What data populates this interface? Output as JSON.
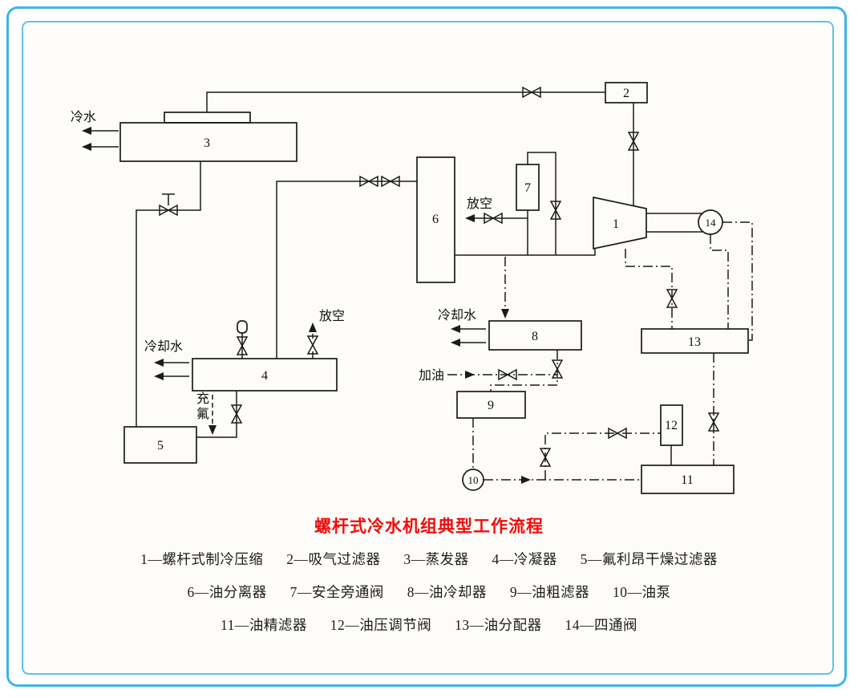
{
  "window": {
    "background": "#ffffff",
    "paper_color": "#fdfcf8",
    "border_outer_color": "#3db5eb",
    "border_inner_color": "#5cc2ef",
    "line_color": "#1b1b1b",
    "title_color": "#f30b0b"
  },
  "title": {
    "text": "螺杆式冷水机组典型工作流程"
  },
  "legend": {
    "rows": [
      {
        "items": [
          "1—螺杆式制冷压缩",
          "2—吸气过滤器",
          "3—蒸发器",
          "4—冷凝器",
          "5—氟利昂干燥过滤器"
        ]
      },
      {
        "items": [
          "6—油分离器",
          "7—安全旁通阀",
          "8—油冷却器",
          "9—油粗滤器",
          "10—油泵"
        ]
      },
      {
        "items": [
          "11—油精滤器",
          "12—油压调节阀",
          "13—油分配器",
          "14—四通阀"
        ]
      }
    ]
  },
  "components": {
    "c1": "1",
    "c2": "2",
    "c3": "3",
    "c4": "4",
    "c5": "5",
    "c6": "6",
    "c7": "7",
    "c8": "8",
    "c9": "9",
    "c10": "10",
    "c11": "11",
    "c12": "12",
    "c13": "13",
    "c14": "14"
  },
  "labels": {
    "cold_water": "冷水",
    "vent_separator": "放空",
    "vent_condenser": "放空",
    "cooling_water_condenser": "冷却水",
    "cooling_water_oil_cooler": "冷却水",
    "add_oil": "加油",
    "charge_fluorine": "充氟"
  }
}
